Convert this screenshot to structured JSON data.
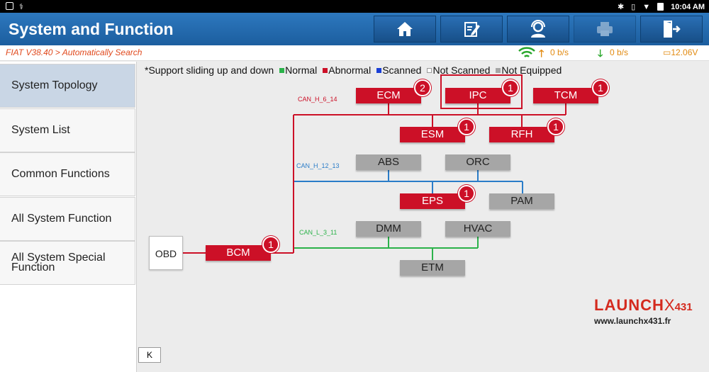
{
  "status_bar": {
    "time": "10:04 AM"
  },
  "header": {
    "title": "System and Function",
    "buttons": [
      {
        "name": "home",
        "icon": "home-icon"
      },
      {
        "name": "report",
        "icon": "edit-report-icon"
      },
      {
        "name": "support",
        "icon": "support-agent-icon"
      },
      {
        "name": "print",
        "icon": "printer-icon"
      },
      {
        "name": "exit",
        "icon": "exit-icon"
      }
    ]
  },
  "info_bar": {
    "path": "FIAT V38.40 > Automatically Search",
    "upload_rate": "0 b/s",
    "download_rate": "0 b/s",
    "battery_voltage": "12.06V"
  },
  "sidebar": {
    "items": [
      {
        "label": "System Topology",
        "active": true
      },
      {
        "label": "System List"
      },
      {
        "label": "Common Functions"
      },
      {
        "label": "All System Function"
      },
      {
        "label": "All System Special Function"
      }
    ],
    "collapse_label": "K"
  },
  "legend": {
    "hint": "*Support sliding up and down",
    "items": [
      {
        "label": "Normal",
        "color": "#2bb24a"
      },
      {
        "label": "Abnormal",
        "color": "#cc1027"
      },
      {
        "label": "Scanned",
        "color": "#1a3fd6"
      },
      {
        "label": "Not Scanned",
        "color": "#ffffff"
      },
      {
        "label": "Not Equipped",
        "color": "#a6a6a6"
      }
    ]
  },
  "topology": {
    "obd_label": "OBD",
    "buses": [
      {
        "label": "CAN_H_6_14",
        "color": "#cc1027"
      },
      {
        "label": "CAN_H_12_13",
        "color": "#2a7cc8"
      },
      {
        "label": "CAN_L_3_11",
        "color": "#2bb24a"
      }
    ],
    "nodes": [
      {
        "id": "ECM",
        "label": "ECM",
        "status": "abnormal",
        "count": "2"
      },
      {
        "id": "IPC",
        "label": "IPC",
        "status": "abnormal",
        "count": "1",
        "selected": true
      },
      {
        "id": "TCM",
        "label": "TCM",
        "status": "abnormal",
        "count": "1"
      },
      {
        "id": "ESM",
        "label": "ESM",
        "status": "abnormal",
        "count": "1"
      },
      {
        "id": "RFH",
        "label": "RFH",
        "status": "abnormal",
        "count": "1"
      },
      {
        "id": "ABS",
        "label": "ABS",
        "status": "not_equipped"
      },
      {
        "id": "ORC",
        "label": "ORC",
        "status": "not_equipped"
      },
      {
        "id": "EPS",
        "label": "EPS",
        "status": "abnormal",
        "count": "1"
      },
      {
        "id": "PAM",
        "label": "PAM",
        "status": "not_equipped"
      },
      {
        "id": "DMM",
        "label": "DMM",
        "status": "not_equipped"
      },
      {
        "id": "HVAC",
        "label": "HVAC",
        "status": "not_equipped"
      },
      {
        "id": "ETM",
        "label": "ETM",
        "status": "not_equipped"
      },
      {
        "id": "BCM",
        "label": "BCM",
        "status": "abnormal",
        "count": "1"
      }
    ]
  },
  "watermark": {
    "brand": "LAUNCH",
    "x": "X",
    "model": "431",
    "url": "www.launchx431.fr"
  }
}
